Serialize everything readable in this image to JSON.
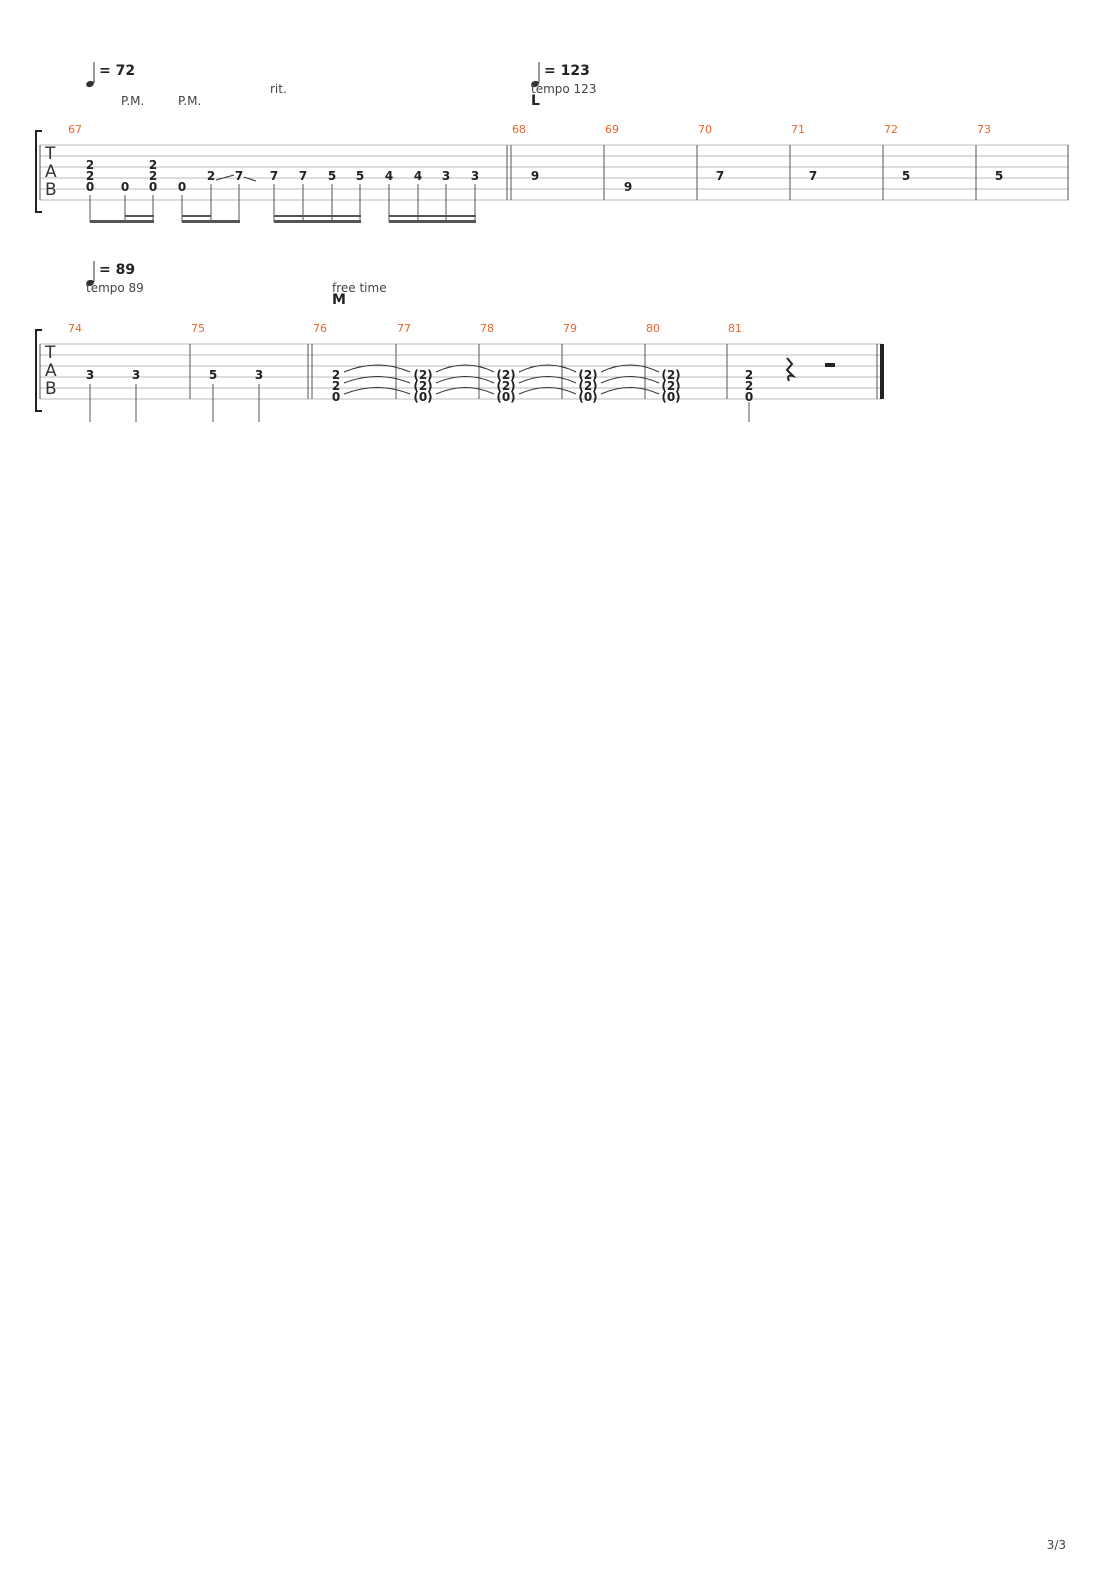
{
  "page": {
    "number": "3/3"
  },
  "systems": [
    {
      "tempo_marks": [
        {
          "value": "= 72",
          "label": ""
        },
        {
          "value": "= 123",
          "label": "tempo 123"
        }
      ],
      "annotations": {
        "pm1": "P.M.",
        "pm2": "P.M.",
        "rit": "rit."
      },
      "section": "L",
      "tab_letters": [
        "T",
        "A",
        "B"
      ],
      "measures": [
        "67",
        "68",
        "69",
        "70",
        "71",
        "72",
        "73"
      ],
      "notes": [
        [
          "2",
          "2",
          "0"
        ],
        [
          "0"
        ],
        [
          "2",
          "2",
          "0"
        ],
        [
          "0"
        ],
        [
          "2"
        ],
        [
          "7"
        ],
        [
          "7"
        ],
        [
          "7"
        ],
        [
          "5"
        ],
        [
          "5"
        ],
        [
          "4"
        ],
        [
          "4"
        ],
        [
          "3"
        ],
        [
          "3"
        ],
        [
          "9"
        ],
        [
          "9"
        ],
        [
          "7"
        ],
        [
          "7"
        ],
        [
          "5"
        ],
        [
          "5"
        ]
      ]
    },
    {
      "tempo_marks": [
        {
          "value": "= 89",
          "label": "tempo 89"
        }
      ],
      "annotations": {
        "free_time": "free time"
      },
      "section": "M",
      "tab_letters": [
        "T",
        "A",
        "B"
      ],
      "measures": [
        "74",
        "75",
        "76",
        "77",
        "78",
        "79",
        "80",
        "81"
      ],
      "notes": [
        [
          "3"
        ],
        [
          "3"
        ],
        [
          "5"
        ],
        [
          "3"
        ],
        [
          "2",
          "2",
          "0"
        ],
        [
          "(2)",
          "(2)",
          "(0)"
        ],
        [
          "(2)",
          "(2)",
          "(0)"
        ],
        [
          "(2)",
          "(2)",
          "(0)"
        ],
        [
          "(2)",
          "(2)",
          "(0)"
        ],
        [
          "2",
          "2",
          "0"
        ]
      ]
    }
  ]
}
